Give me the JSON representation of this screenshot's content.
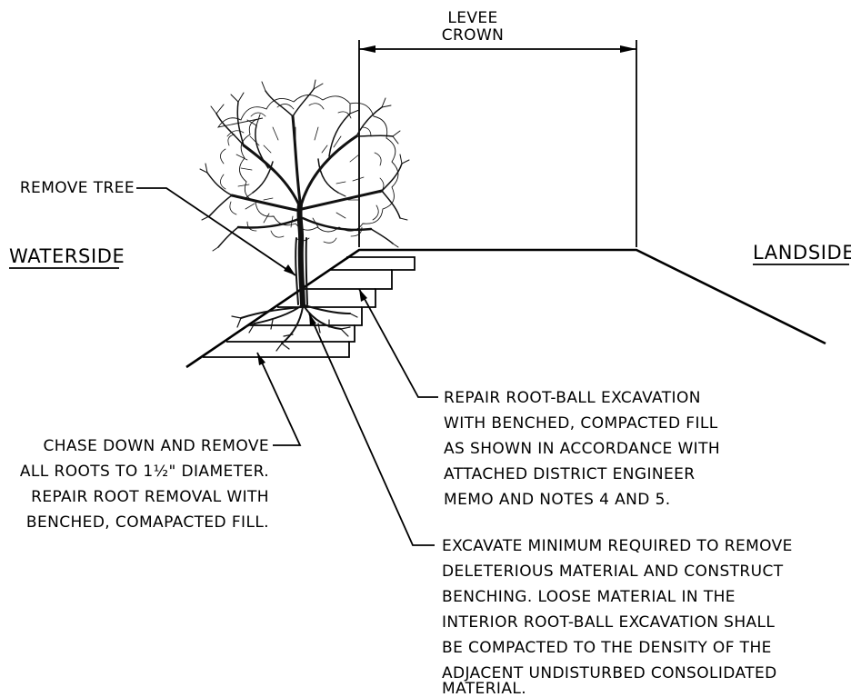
{
  "levee_crown": {
    "line1": "LEVEE",
    "line2": "CROWN"
  },
  "waterside": "WATERSIDE",
  "landside": "LANDSIDE",
  "remove_tree": "REMOVE TREE",
  "chase_roots": [
    "CHASE DOWN AND REMOVE",
    "ALL ROOTS TO 1½\" DIAMETER.",
    "REPAIR ROOT REMOVAL WITH",
    "BENCHED, COMAPACTED FILL."
  ],
  "repair_rootball": [
    "REPAIR ROOT-BALL EXCAVATION",
    "WITH BENCHED, COMPACTED FILL",
    "AS SHOWN IN ACCORDANCE WITH",
    "ATTACHED DISTRICT ENGINEER",
    "MEMO AND NOTES 4 AND 5."
  ],
  "excavate": [
    "EXCAVATE MINIMUM REQUIRED TO REMOVE",
    "DELETERIOUS MATERIAL AND CONSTRUCT",
    "BENCHING. LOOSE MATERIAL IN THE",
    "INTERIOR ROOT-BALL EXCAVATION SHALL",
    "BE COMPACTED TO THE DENSITY OF THE",
    "ADJACENT UNDISTURBED CONSOLIDATED",
    "MATERIAL."
  ]
}
